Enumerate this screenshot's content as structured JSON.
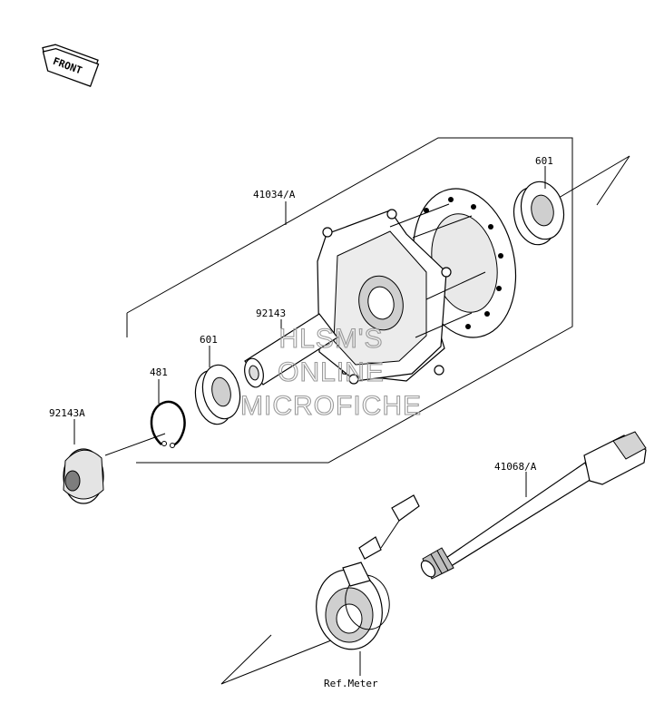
{
  "diagram": {
    "orientation_badge": "FRONT",
    "callouts": {
      "hub": "41034/A",
      "bearing_right": "601",
      "spacer": "92143",
      "bearing_left": "601",
      "circlip": "481",
      "collar": "92143A",
      "axle": "41068/A",
      "meter_ref": "Ref.Meter"
    },
    "watermark": [
      "HLSM'S",
      "ONLINE",
      "MICROFICHE"
    ]
  }
}
